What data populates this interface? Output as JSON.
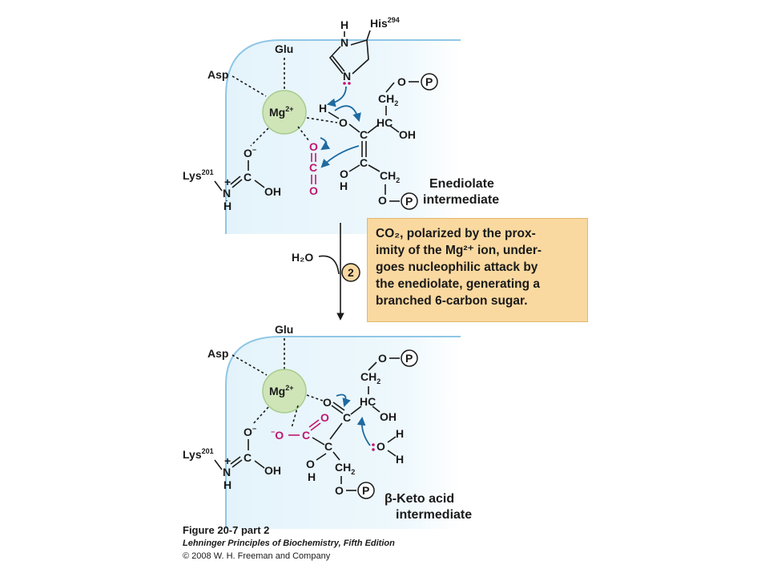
{
  "top": {
    "glu": "Glu",
    "asp": "Asp",
    "his": "His",
    "his_num": "294",
    "mg": "Mg",
    "mg_charge": "2+",
    "lys": "Lys",
    "lys_num": "201",
    "label_line1": "Enediolate",
    "label_line2": "intermediate"
  },
  "bottom": {
    "glu": "Glu",
    "asp": "Asp",
    "mg": "Mg",
    "mg_charge": "2+",
    "lys": "Lys",
    "lys_num": "201",
    "label_line1": "β-Keto acid",
    "label_line2": "intermediate"
  },
  "step": {
    "number": "2",
    "water": "H₂O",
    "caption_lines": [
      "CO₂, polarized by the prox-",
      "imity of the Mg²⁺ ion, under-",
      "goes nucleophilic attack by",
      "the enediolate, generating a",
      "branched 6-carbon sugar."
    ]
  },
  "footer": {
    "figure": "Figure 20-7 part 2",
    "book": "Lehninger Principles of Biochemistry, Fifth Edition",
    "copyright": "© 2008 W. H. Freeman and Company"
  },
  "colors": {
    "enzyme_region": "#dff1fa",
    "mg_fill": "#cfe5b8",
    "arrow": "#1f6aa0",
    "co2": "#c0166f",
    "caption_bg": "#fad9a0"
  }
}
